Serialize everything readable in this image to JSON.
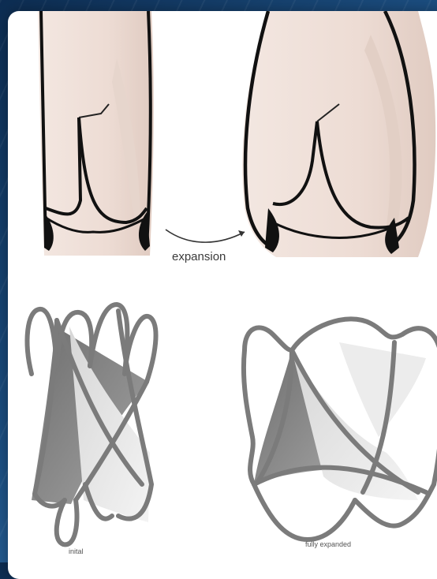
{
  "labels": {
    "expansion": "expansion",
    "initial": "inital",
    "fully_expanded": "fully expanded"
  },
  "colors": {
    "background_blue": "#1c4f82",
    "card": "#ffffff",
    "tissue_skin": "#f1e4de",
    "tissue_shadow": "#d9c6bd",
    "outline": "#111111",
    "stent_wire": "#777777",
    "leaflet_dark": "#6a6a6a",
    "leaflet_light": "#e4e4e4"
  },
  "icons": [
    "curved-arrow-icon"
  ]
}
